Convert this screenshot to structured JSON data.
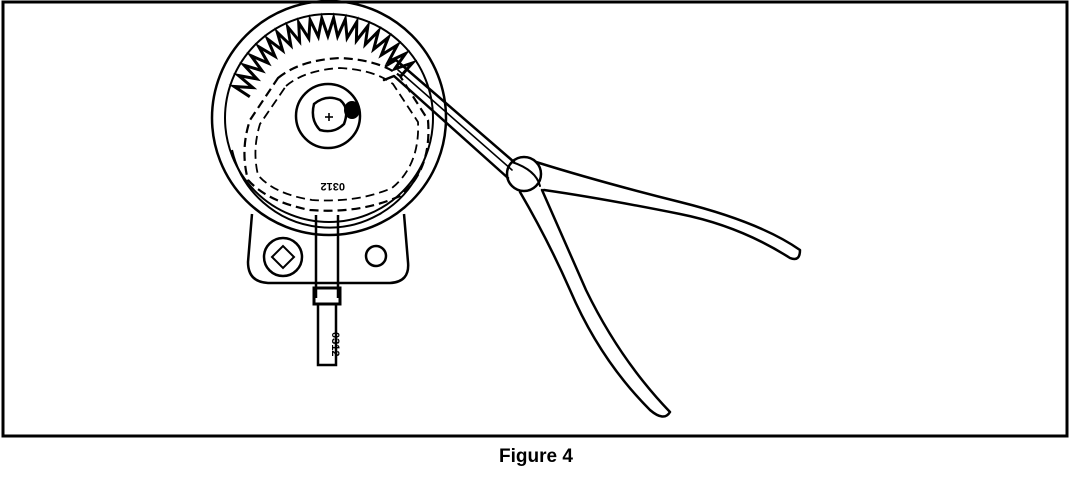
{
  "caption": "Figure 4",
  "part_markings": {
    "gear_text": "0312",
    "shaft_text": "0312"
  },
  "colors": {
    "ink": "#000000",
    "paper": "#ffffff"
  }
}
